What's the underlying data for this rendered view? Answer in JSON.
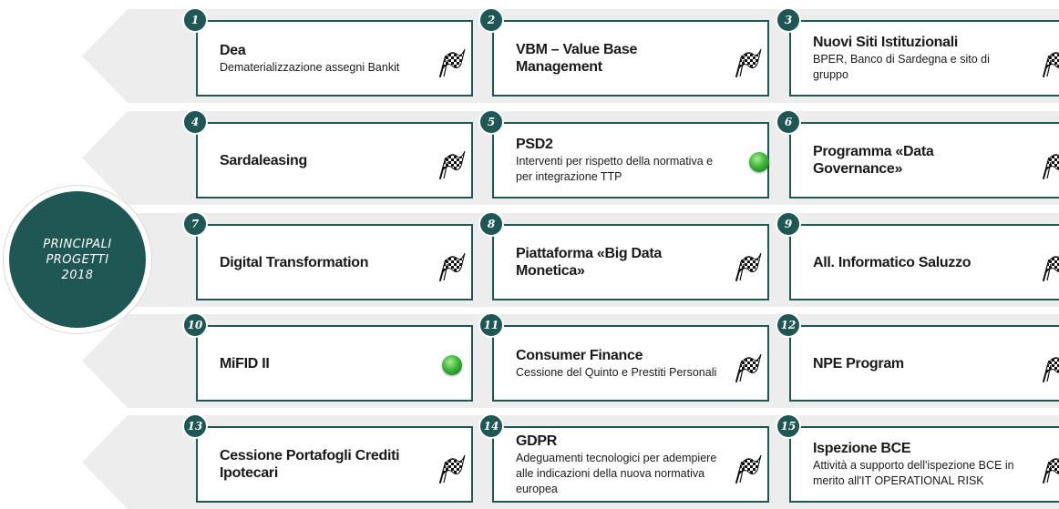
{
  "hub": {
    "lines": [
      "PRINCIPALI",
      "PROGETTI",
      "2018"
    ]
  },
  "rows": [
    {
      "cards": [
        {
          "number": "1",
          "title": "Dea",
          "description": "Dematerializzazione assegni Bankit",
          "flag": true,
          "status_dot": false
        },
        {
          "number": "2",
          "title": "VBM – Value Base Management",
          "description": "",
          "flag": true,
          "status_dot": false
        },
        {
          "number": "3",
          "title": "Nuovi Siti Istituzionali",
          "description": "BPER, Banco di Sardegna e sito di gruppo",
          "flag": true,
          "status_dot": false
        }
      ]
    },
    {
      "cards": [
        {
          "number": "4",
          "title": "Sardaleasing",
          "description": "",
          "flag": true,
          "status_dot": false
        },
        {
          "number": "5",
          "title": "PSD2",
          "description": "Interventi per rispetto della normativa e per integrazione TTP",
          "flag": false,
          "status_dot": true
        },
        {
          "number": "6",
          "title": "Programma «Data Governance»",
          "description": "",
          "flag": true,
          "status_dot": false
        }
      ]
    },
    {
      "cards": [
        {
          "number": "7",
          "title": "Digital Transformation",
          "description": "",
          "flag": true,
          "status_dot": false
        },
        {
          "number": "8",
          "title": "Piattaforma «Big Data Monetica»",
          "description": "",
          "flag": true,
          "status_dot": false
        },
        {
          "number": "9",
          "title": "All. Informatico Saluzzo",
          "description": "",
          "flag": true,
          "status_dot": false
        }
      ]
    },
    {
      "cards": [
        {
          "number": "10",
          "title": "MiFID II",
          "description": "",
          "flag": false,
          "status_dot": true
        },
        {
          "number": "11",
          "title": "Consumer Finance",
          "description": "Cessione del Quinto e Prestiti Personali",
          "flag": true,
          "status_dot": false
        },
        {
          "number": "12",
          "title": "NPE Program",
          "description": "",
          "flag": true,
          "status_dot": false
        }
      ]
    },
    {
      "cards": [
        {
          "number": "13",
          "title": "Cessione Portafogli Crediti Ipotecari",
          "description": "",
          "flag": true,
          "status_dot": false
        },
        {
          "number": "14",
          "title": "GDPR",
          "description": "Adeguamenti tecnologici per adempiere alle indicazioni della nuova normativa europea",
          "flag": true,
          "status_dot": false
        },
        {
          "number": "15",
          "title": "Ispezione BCE",
          "description": "Attività a supporto dell'ispezione BCE in merito all'IT OPERATIONAL RISK",
          "flag": true,
          "status_dot": false
        }
      ]
    }
  ],
  "colors": {
    "accent": "#1f5754",
    "band": "#ededed",
    "status_green": "#3cb53c"
  },
  "icons": {
    "flag": "checkered-flag-icon",
    "status": "green-status-dot-icon"
  }
}
